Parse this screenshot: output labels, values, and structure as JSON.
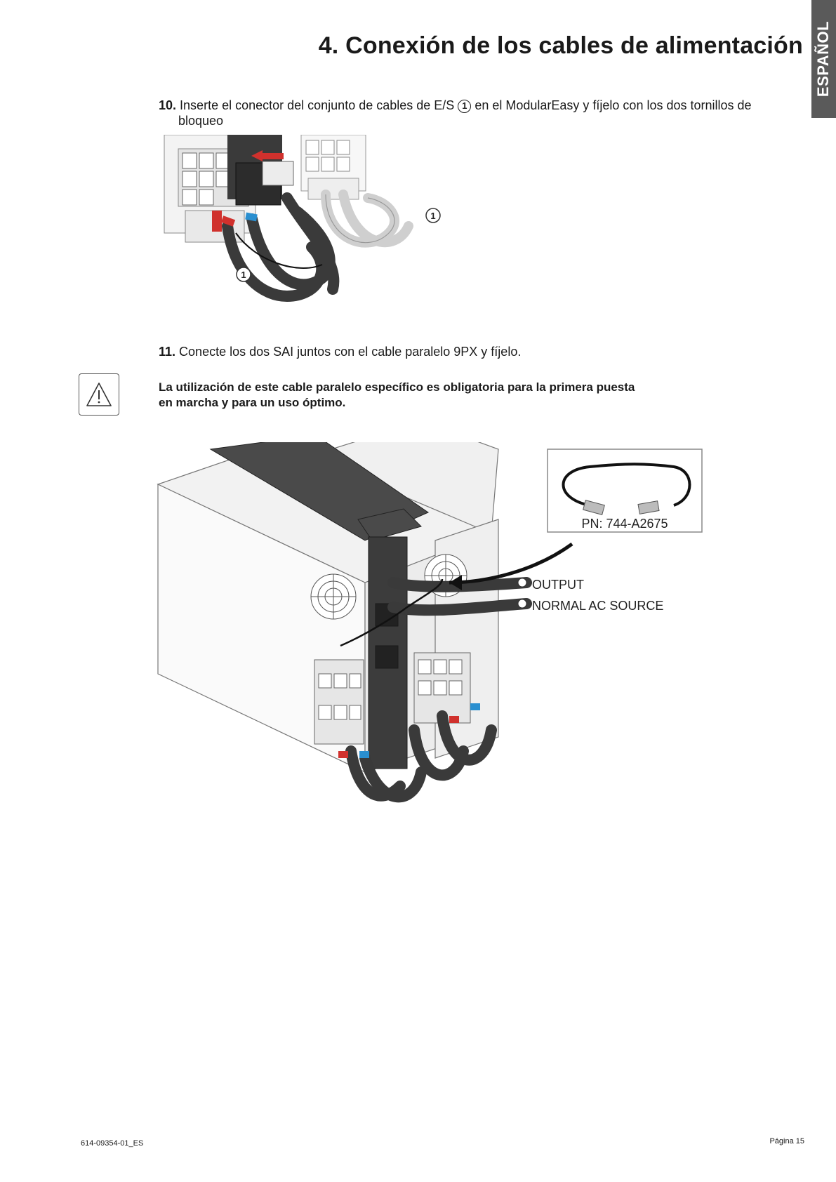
{
  "language_tab": "ESPAÑOL",
  "title": "4. Conexión de los cables de alimentación",
  "steps": [
    {
      "number": "10.",
      "text_before": "Inserte el conector del conjunto de cables de E/S",
      "marker": "1",
      "text_after": "en el ModularEasy y fíjelo con los dos tornillos de bloqueo"
    },
    {
      "number": "11.",
      "text": "Conecte los dos SAI juntos con el cable paralelo 9PX y fíjelo."
    }
  ],
  "warning": {
    "icon": "warning-triangle-icon",
    "text": "La utilización de este cable paralelo específico es obligatoria para la primera puesta en marcha y para un uso óptimo."
  },
  "figure1": {
    "callouts": [
      "1",
      "1"
    ]
  },
  "figure2": {
    "inset_label": "PN: 744-A2675",
    "label_output": "OUTPUT",
    "label_source": "NORMAL AC SOURCE"
  },
  "footer": {
    "doc_number": "614-09354-01_ES",
    "page": "Página 15"
  },
  "colors": {
    "tab_background": "#5a5a5a",
    "cable_dark": "#3a3a3a",
    "accent_red": "#d0312d",
    "accent_blue": "#2a8fd0"
  }
}
